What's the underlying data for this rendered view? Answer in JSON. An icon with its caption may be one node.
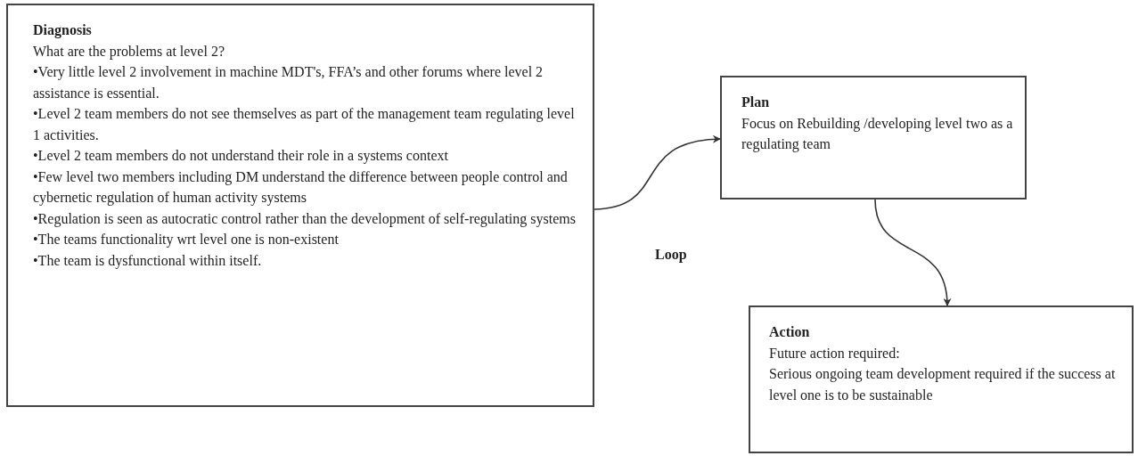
{
  "diagram": {
    "nodes": [
      {
        "text": [
          "Diagnosis",
          "What are the problems at level 2?",
          "•Very little level 2 involvement in machine MDT's, FFA’s and other forums where level 2 assistance is essential.",
          "•Level 2 team members do not see themselves as part of the management team regulating level 1 activities.",
          "•Level 2 team members do not understand their role in a systems context",
          "•Few level two members including DM understand the difference between people control and cybernetic regulation of human activity systems",
          "•Regulation is seen as autocratic control rather than the development of self-regulating systems",
          "•The teams functionality wrt level one is non-existent",
          "•The team is dysfunctional within itself."
        ]
      },
      {
        "text": [
          "Plan",
          "Focus on Rebuilding /developing level two as a regulating team"
        ]
      },
      {
        "text": [
          "Action",
          "Future action required:",
          "Serious ongoing team development required if the success at level one is to be sustainable"
        ]
      }
    ],
    "edges": [
      {
        "from": 0,
        "to": 1,
        "arrow": "to"
      },
      {
        "from": 1,
        "to": 2,
        "arrow": "to"
      }
    ],
    "labels": [
      "Loop"
    ]
  }
}
